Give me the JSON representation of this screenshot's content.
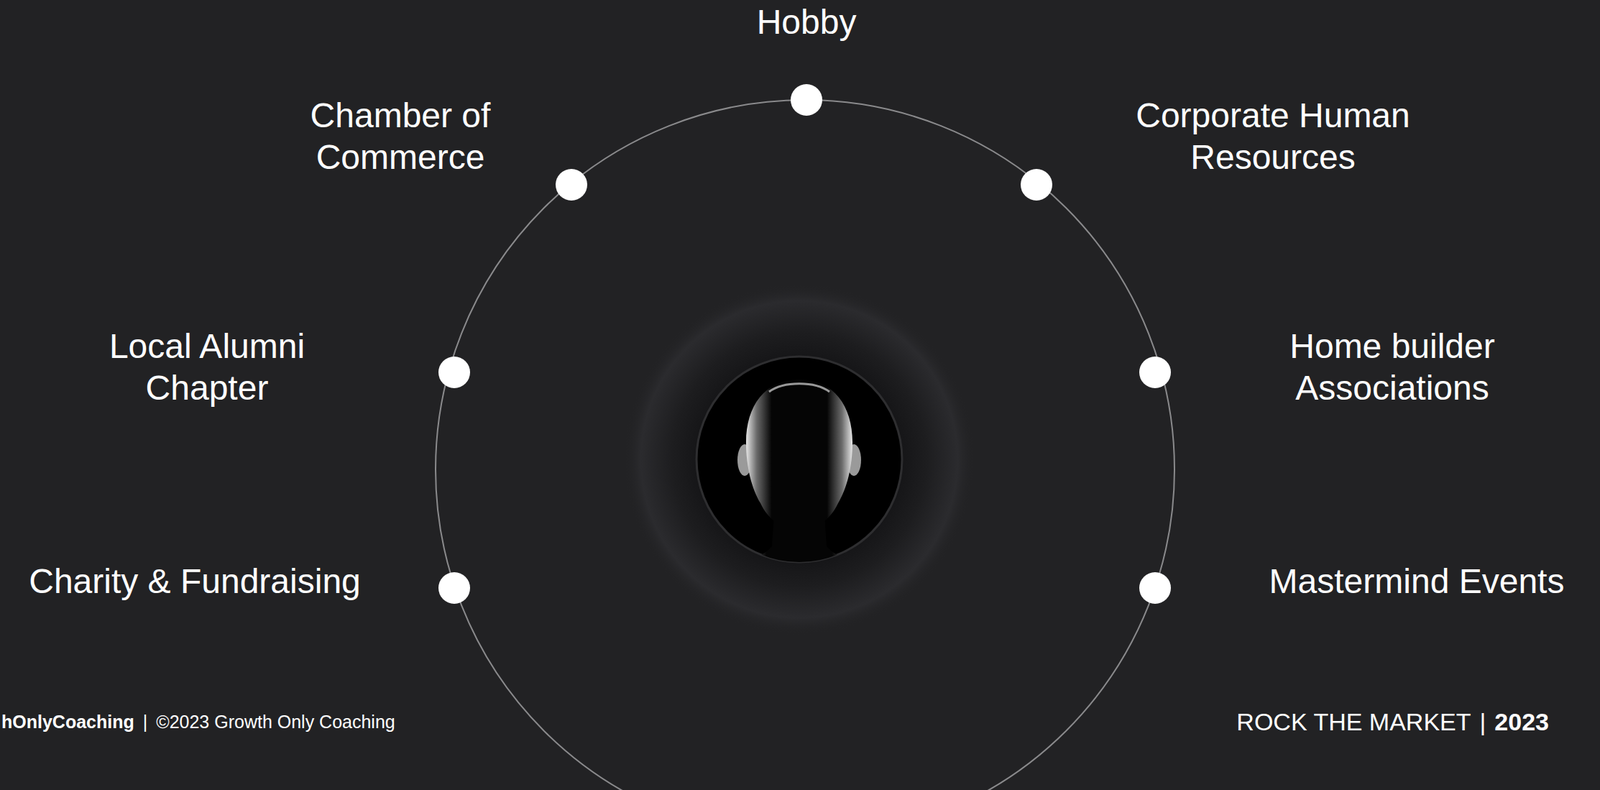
{
  "diagram": {
    "nodes": [
      {
        "text": [
          "Hobby"
        ]
      },
      {
        "text": [
          "Chamber of Commerce"
        ]
      },
      {
        "text": [
          "Corporate Human Resources"
        ]
      },
      {
        "text": [
          "Local Alumni Chapter"
        ]
      },
      {
        "text": [
          "Home builder Associations"
        ]
      },
      {
        "text": [
          "Charity & Fundraising"
        ]
      },
      {
        "text": [
          "Mastermind Events"
        ]
      }
    ],
    "labels": [
      "hOnlyCoaching",
      "|",
      "©2023 Growth Only Coaching",
      "ROCK THE MARKET",
      "|",
      "2023"
    ]
  }
}
